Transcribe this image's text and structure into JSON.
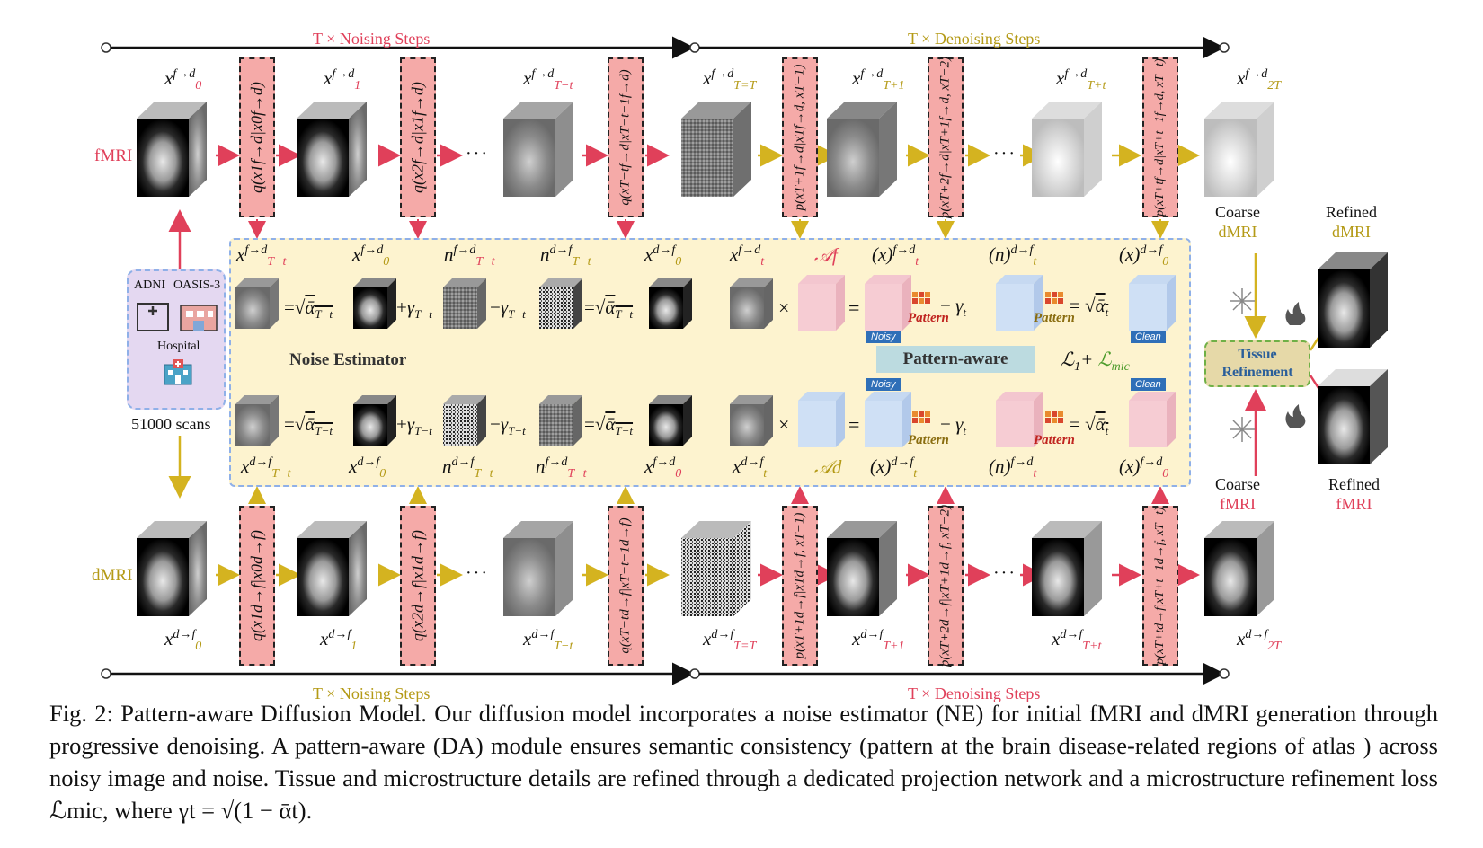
{
  "top_steps": {
    "noising": "T × Noising Steps",
    "denoising": "T × Denoising Steps"
  },
  "bottom_steps": {
    "noising": "T × Noising Steps",
    "denoising": "T × Denoising Steps"
  },
  "rows": {
    "fmri_label": "fMRI",
    "dmri_label": "dMRI",
    "top_labels": [
      "x0",
      "x1",
      "xT−t",
      "xT=T",
      "xT+1",
      "xT+t",
      "x2T"
    ],
    "top_super": "f→d",
    "bottom_super": "d→f",
    "dots": "···"
  },
  "q_boxes_top": [
    "q(x1f→d|x0f→d)",
    "q(x2f→d|x1f→d)",
    "q(xT−tf→d|xT−t−1f→d)"
  ],
  "p_boxes_top": [
    "p(xT+1f→d|xTf→d, xT−1)",
    "p(xT+2f→d|xT+1f→d, xT−2)",
    "p(xT+tf→d|xT+t−1f→d, xT−t)"
  ],
  "q_boxes_bottom": [
    "q(x1d→f|x0d→f)",
    "q(x2d→f|x1d→f)",
    "q(xT−td→f|xT−t−1d→f)"
  ],
  "p_boxes_bottom": [
    "p(xT+1d→f|xTd→f, xT−1)",
    "p(xT+2d→f|xT+1d→f, xT−2)",
    "p(xT+td→f|xT+t−1d→f, xT−t)"
  ],
  "hospital": {
    "ds1": "ADNI",
    "ds2": "OASIS-3",
    "label": "Hospital",
    "count": "51000 scans"
  },
  "panel": {
    "noise_estimator": "Noise Estimator",
    "pattern_aware": "Pattern-aware",
    "loss": "ℒ1+ ℒmic",
    "pattern": "Pattern",
    "noisy": "Noisy",
    "clean": "Clean",
    "af": "𝒜f",
    "ad": "𝒜d"
  },
  "right": {
    "coarse_dmri": [
      "Coarse",
      "dMRI"
    ],
    "coarse_fmri": [
      "Coarse",
      "fMRI"
    ],
    "refined_dmri": [
      "Refined",
      "dMRI"
    ],
    "refined_fmri": [
      "Refined",
      "fMRI"
    ],
    "tissue": "Tissue Refinement"
  },
  "caption": "Fig. 2: Pattern-aware Diffusion Model. Our diffusion model incorporates a noise estimator (NE) for initial fMRI and dMRI generation through progressive denoising. A pattern-aware (DA) module ensures semantic consistency (pattern at the brain disease-related regions of atlas ) across noisy image and noise. Tissue and microstructure details are refined through a dedicated projection network and a microstructure refinement loss ℒmic, where γt = √(1 − ᾱt).",
  "colors": {
    "red": "#e0405a",
    "gold": "#c8a61a",
    "pink": "#f5aaa8",
    "panel": "#fdf3cf",
    "blue_dash": "#8fb0e8",
    "arrow_blue": "#7f9bd0"
  }
}
